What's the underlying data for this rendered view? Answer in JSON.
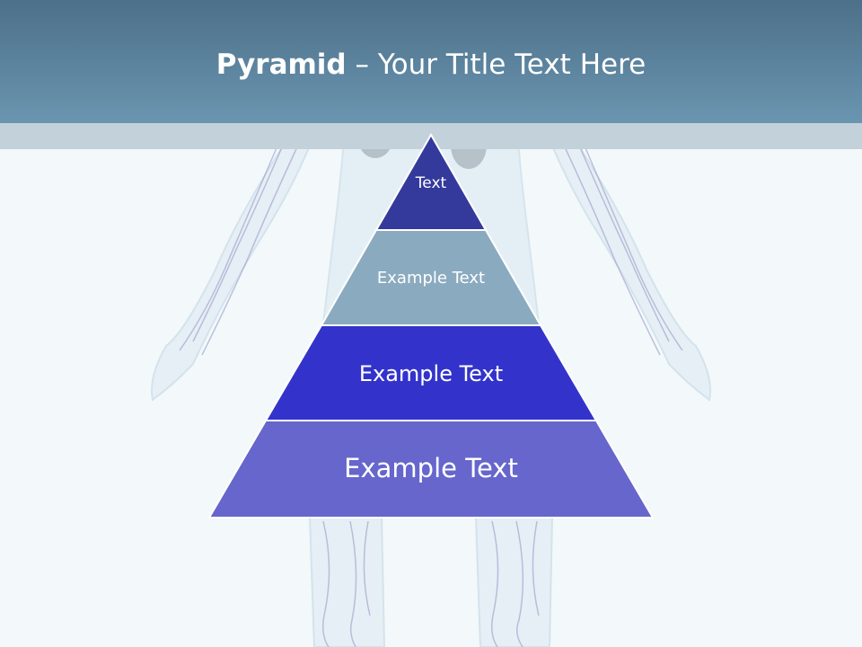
{
  "slide": {
    "title_bold": "Pyramid",
    "title_rest": " – Your Title Text Here"
  },
  "pyramid": {
    "levels": [
      {
        "label": "Text",
        "color": "#343a9c"
      },
      {
        "label": "Example Text",
        "color": "#8aaabf"
      },
      {
        "label": "Example Text",
        "color": "#3333cc"
      },
      {
        "label": "Example Text",
        "color": "#6666cc"
      }
    ]
  },
  "background": {
    "image": "translucent human body with veins"
  }
}
